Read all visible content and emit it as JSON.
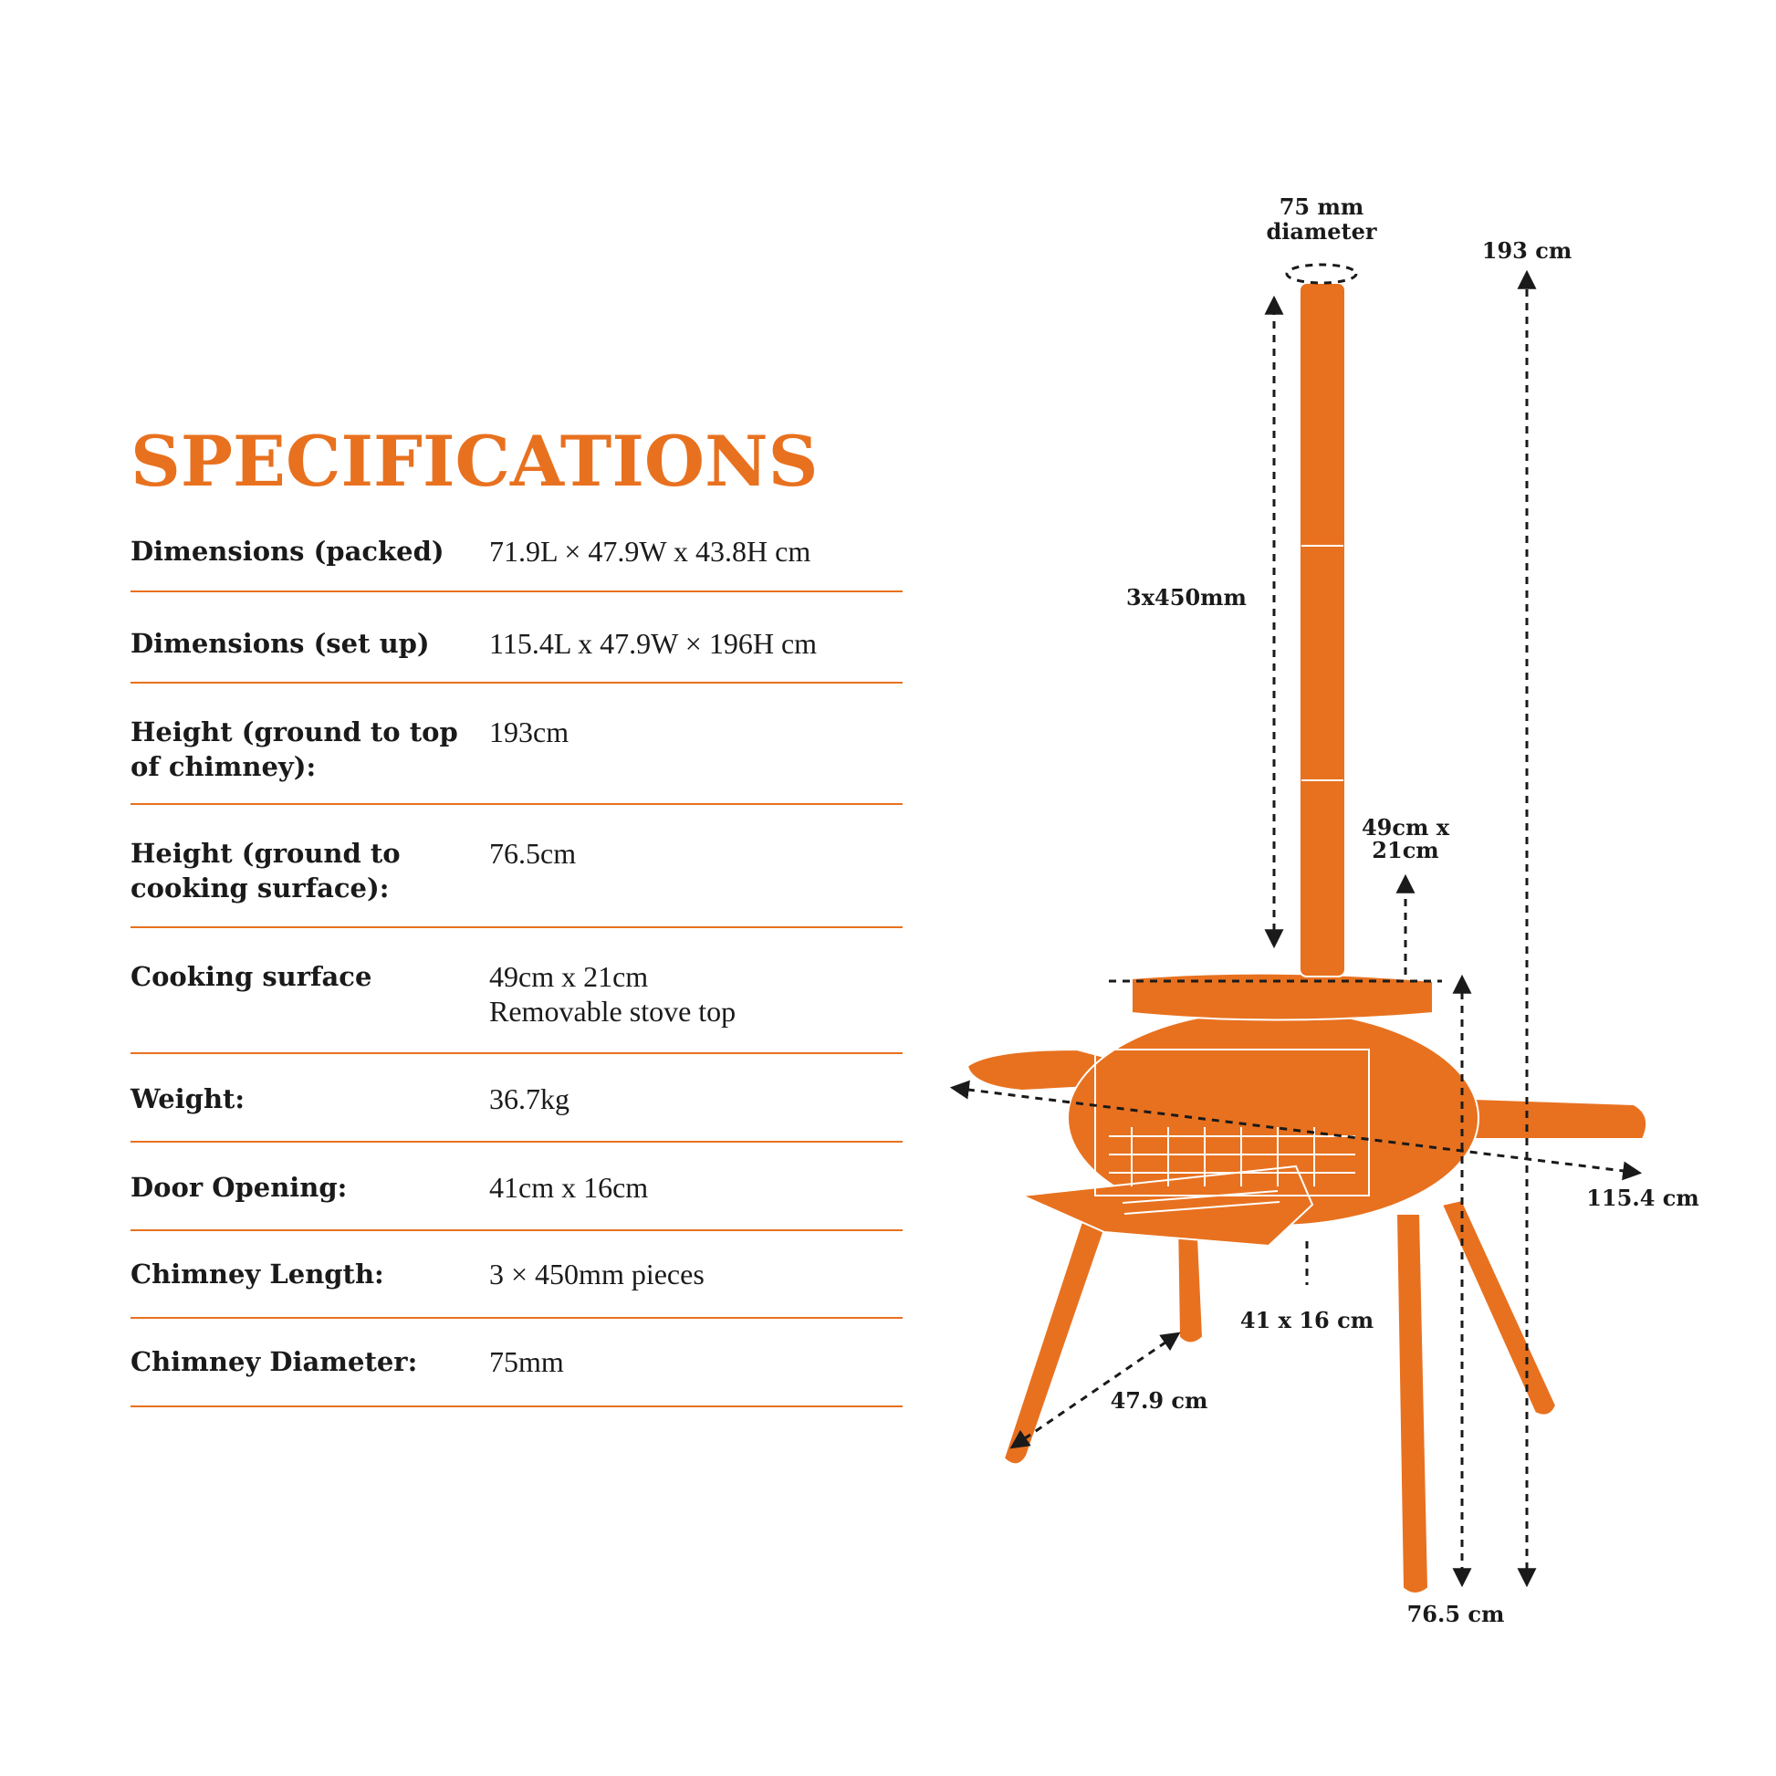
{
  "title": "SPECIFICATIONS",
  "specs": [
    {
      "label": "Dimensions (packed)",
      "value": [
        "71.9L × 47.9W x 43.8H cm"
      ]
    },
    {
      "label": "Dimensions (set up)",
      "value": [
        "115.4L x 47.9W × 196H cm"
      ]
    },
    {
      "label": "Height (ground to top of chimney):",
      "value": [
        "193cm"
      ]
    },
    {
      "label": "Height (ground to cooking surface):",
      "value": [
        "76.5cm"
      ]
    },
    {
      "label": "Cooking surface",
      "value": [
        "49cm x 21cm",
        "Removable stove top"
      ]
    },
    {
      "label": "Weight:",
      "value": [
        "36.7kg"
      ]
    },
    {
      "label": "Door Opening:",
      "value": [
        "41cm x 16cm"
      ]
    },
    {
      "label": "Chimney Length:",
      "value": [
        "3 × 450mm pieces"
      ]
    },
    {
      "label": "Chimney Diameter:",
      "value": [
        "75mm"
      ]
    }
  ],
  "diagram": {
    "chimney_diameter_line1": "75 mm",
    "chimney_diameter_line2": "diameter",
    "total_height": "193 cm",
    "chimney_sections": "3x450mm",
    "cooking_surface_line1": "49cm x",
    "cooking_surface_line2": "21cm",
    "length": "115.4 cm",
    "door": "41 x 16 cm",
    "width": "47.9 cm",
    "cooking_height": "76.5 cm"
  },
  "colors": {
    "accent": "#e8711f",
    "text": "#1a1a1a"
  }
}
